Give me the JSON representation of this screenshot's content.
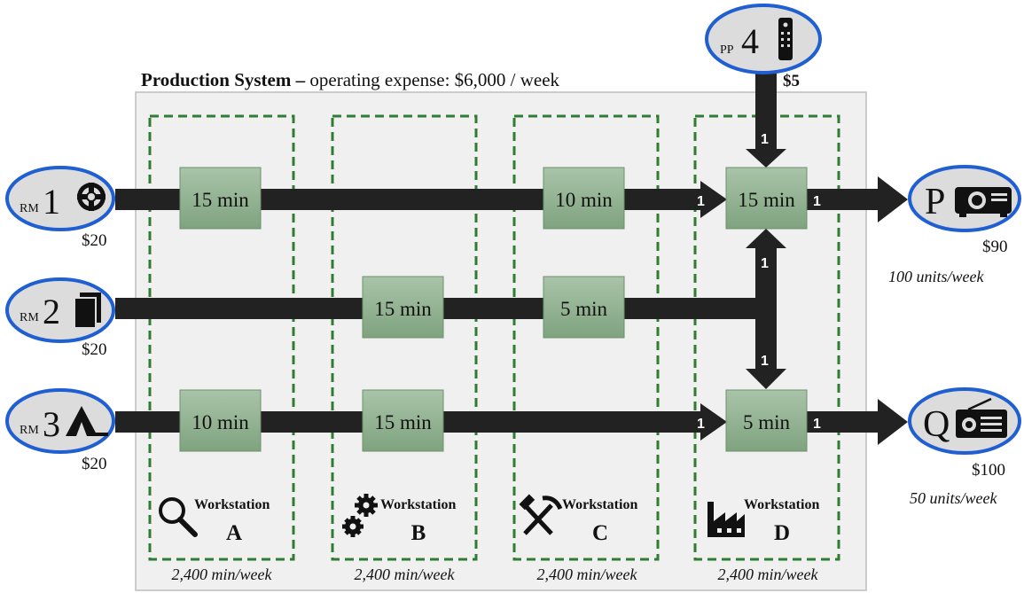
{
  "title": {
    "bold": "Production System",
    "dash": " – ",
    "rest": "operating expense: $6,000 / week"
  },
  "raw_materials": [
    {
      "prefix": "RM",
      "number": "1",
      "price": "$20",
      "icon": "lifebuoy-icon"
    },
    {
      "prefix": "RM",
      "number": "2",
      "price": "$20",
      "icon": "documents-icon"
    },
    {
      "prefix": "RM",
      "number": "3",
      "price": "$20",
      "icon": "tent-icon"
    }
  ],
  "purchased_part": {
    "prefix": "PP",
    "number": "4",
    "price": "$5",
    "icon": "remote-control-icon"
  },
  "products": [
    {
      "letter": "P",
      "price": "$90",
      "demand": "100 units/week",
      "icon": "projector-icon"
    },
    {
      "letter": "Q",
      "price": "$100",
      "demand": "50 units/week",
      "icon": "radio-icon"
    }
  ],
  "workstations": [
    {
      "label": "Workstation",
      "letter": "A",
      "capacity": "2,400 min/week",
      "icon": "magnifier-icon"
    },
    {
      "label": "Workstation",
      "letter": "B",
      "capacity": "2,400 min/week",
      "icon": "gears-icon"
    },
    {
      "label": "Workstation",
      "letter": "C",
      "capacity": "2,400 min/week",
      "icon": "hammer-pick-icon"
    },
    {
      "label": "Workstation",
      "letter": "D",
      "capacity": "2,400 min/week",
      "icon": "factory-icon"
    }
  ],
  "steps": {
    "rm1_a": "15 min",
    "rm1_c": "10 min",
    "p_d": "15 min",
    "rm2_b": "15 min",
    "rm2_c": "5 min",
    "rm3_a": "10 min",
    "rm3_b": "15 min",
    "q_d": "5 min"
  },
  "quantities": {
    "pp4_to_p": "1",
    "rm1_to_p": "1",
    "p_out": "1",
    "rm2_to_p": "1",
    "rm2_to_q": "1",
    "rm3_to_q": "1",
    "q_out": "1"
  },
  "colors": {
    "step_box": "#8fb08f",
    "workstation_border": "#2e7d32",
    "node_fill": "#dcdcdc",
    "node_border": "#1f5fd1",
    "arrow": "#222222",
    "system_bg": "#f0f0f0"
  }
}
